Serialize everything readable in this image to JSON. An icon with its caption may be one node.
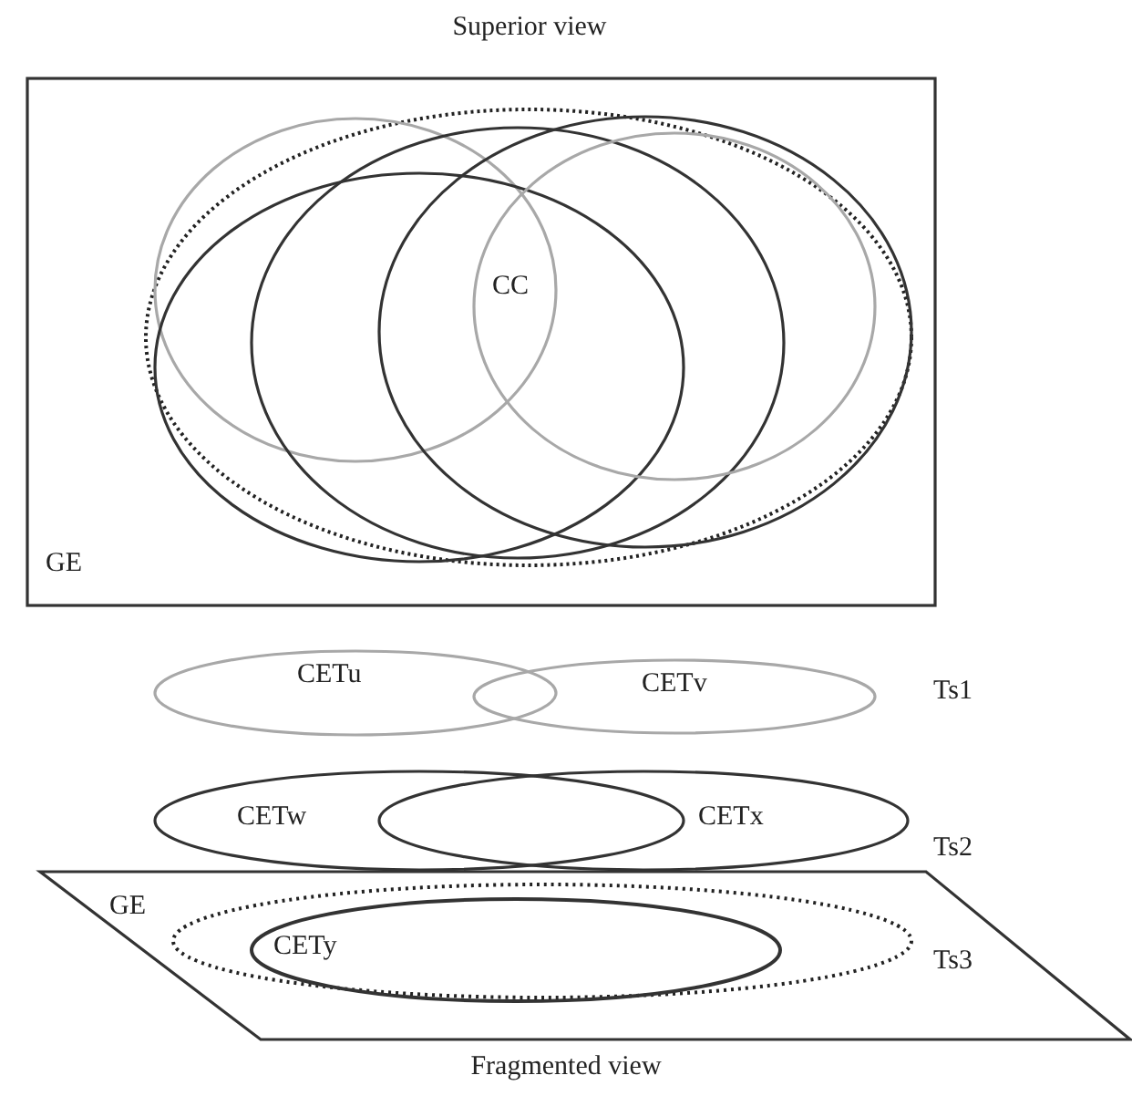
{
  "diagram": {
    "title": "Superior view",
    "caption": "Fragmented view",
    "nodes": [
      {
        "text": [
          "GE"
        ]
      },
      {
        "text": [],
        "shape": "ellipse",
        "in": 0
      },
      {
        "text": [],
        "shape": "ellipse",
        "in": 1
      },
      {
        "text": [],
        "shape": "ellipse",
        "in": 1
      },
      {
        "text": [],
        "shape": "ellipse",
        "in": 1
      },
      {
        "text": [],
        "shape": "ellipse",
        "in": 1
      },
      {
        "text": [],
        "shape": "ellipse",
        "in": 5
      },
      {
        "text": [
          "CETu"
        ]
      },
      {
        "text": [
          "CETv"
        ]
      },
      {
        "text": [
          "CETw"
        ]
      },
      {
        "text": [
          "CETx"
        ]
      },
      {
        "text": [
          "GE"
        ]
      },
      {
        "text": [],
        "shape": "ellipse",
        "in": 11
      },
      {
        "text": [
          "CETy"
        ],
        "in": 12
      }
    ],
    "labels": [
      "CC",
      "Ts1",
      "Ts2",
      "Ts3"
    ]
  }
}
